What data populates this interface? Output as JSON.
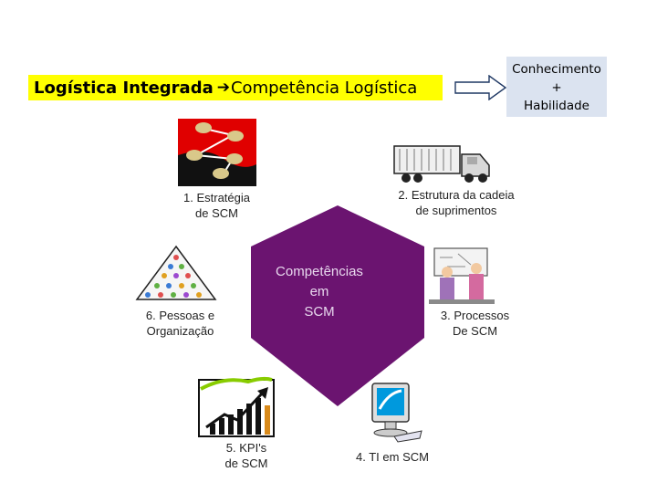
{
  "header": {
    "title_bold": "Logística Integrada",
    "title_arrow": "➔",
    "title_rest": "Competência Logística",
    "knowledge_line1": "Conhecimento",
    "knowledge_line2": "+",
    "knowledge_line3": "Habilidade"
  },
  "center": {
    "line1": "Competências",
    "line2": "em",
    "line3": "SCM"
  },
  "items": [
    {
      "line1": "1. Estratégia",
      "line2": "de SCM",
      "icon": "strategy-map-icon"
    },
    {
      "line1": "2. Estrutura da cadeia",
      "line2": "de suprimentos",
      "icon": "truck-icon"
    },
    {
      "line1": "3. Processos",
      "line2": "De SCM",
      "icon": "process-meeting-icon"
    },
    {
      "line1": "4. TI em SCM",
      "line2": "",
      "icon": "computer-monitor-icon"
    },
    {
      "line1": "5. KPI's",
      "line2": "de SCM",
      "icon": "growth-chart-icon"
    },
    {
      "line1": "6. Pessoas e",
      "line2": "Organização",
      "icon": "people-pyramid-icon"
    }
  ],
  "colors": {
    "title_bg": "#ffff00",
    "knowledge_bg": "#dbe3f0",
    "hexagon_fill": "#6b1470",
    "arrow_fill": "#ffffff"
  }
}
